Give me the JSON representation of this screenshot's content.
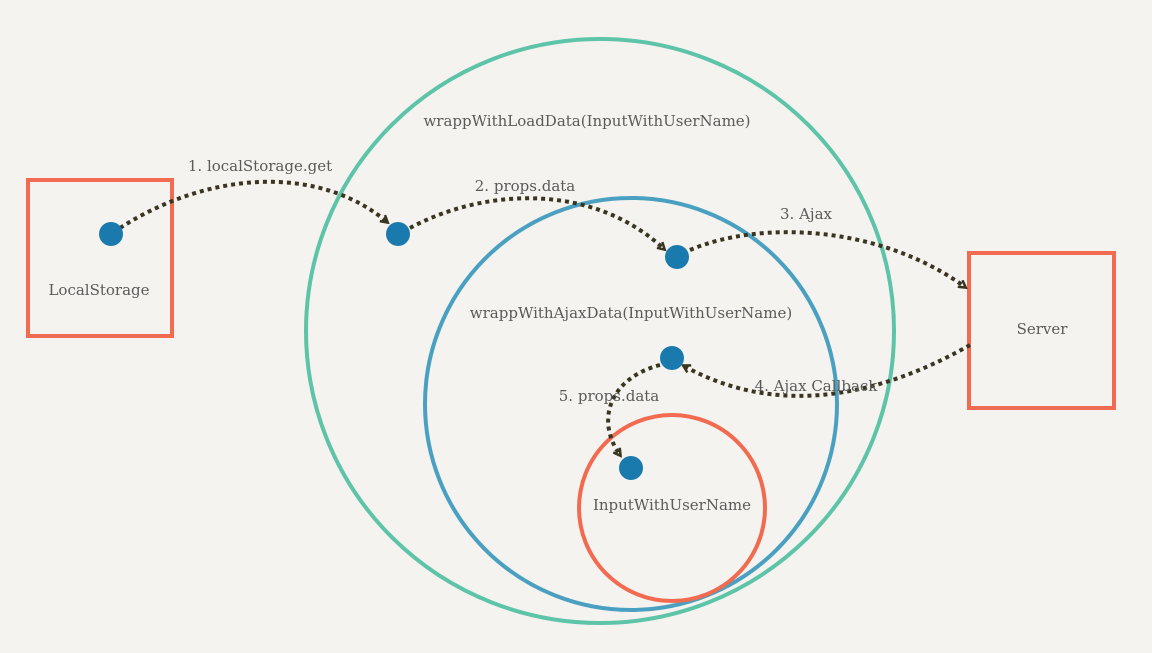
{
  "nodes": {
    "local_storage": "LocalStorage",
    "server": "Server",
    "load_wrapper": "wrappWithLoadData(InputWithUserName)",
    "ajax_wrapper": "wrappWithAjaxData(InputWithUserName)",
    "input_component": "InputWithUserName"
  },
  "edges": [
    {
      "label": "1. localStorage.get"
    },
    {
      "label": "2. props.data"
    },
    {
      "label": "3. Ajax"
    },
    {
      "label": "4. Ajax Callback"
    },
    {
      "label": "5. props.data"
    }
  ],
  "colors": {
    "box": "#f26a4f",
    "outer_circle": "#5ec4a8",
    "middle_circle": "#4aa0c0",
    "inner_circle": "#f26a4f",
    "dot": "#1a7aad",
    "arrow": "#3a3520"
  }
}
